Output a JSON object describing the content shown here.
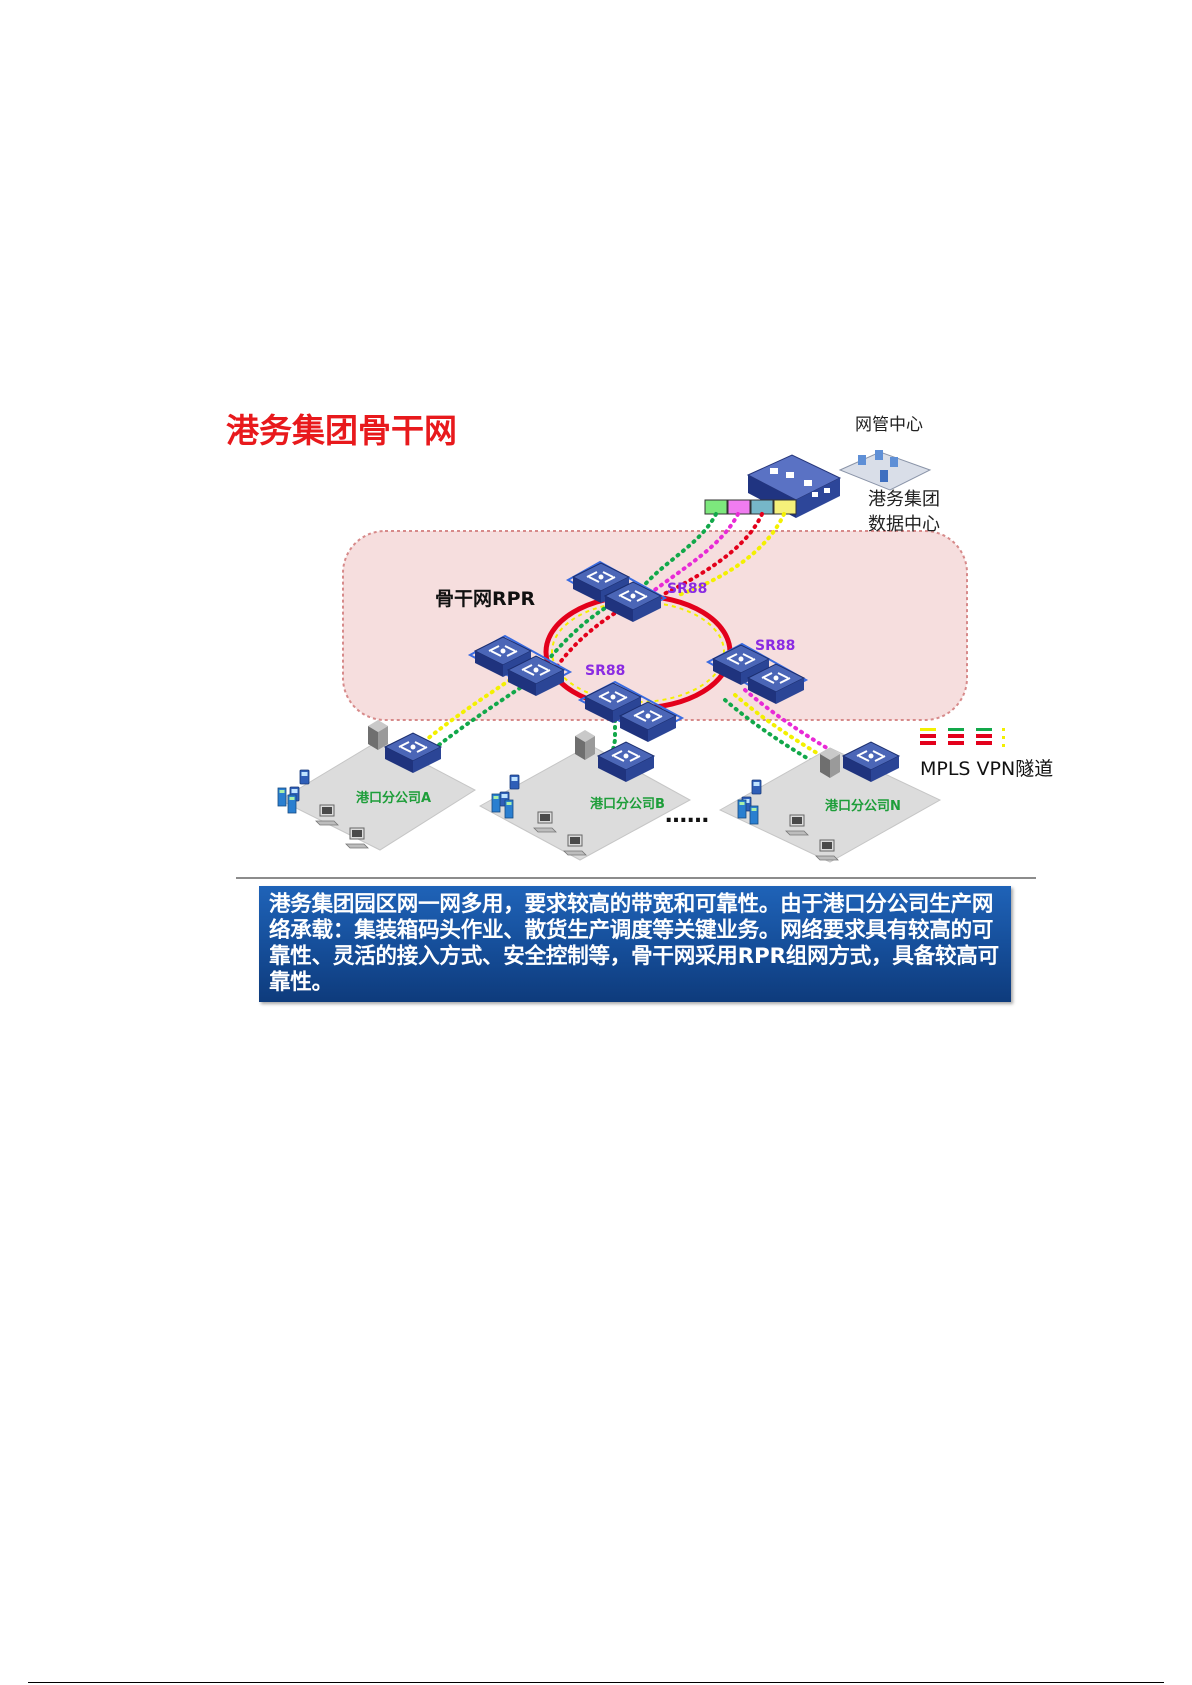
{
  "title": "港务集团骨干网",
  "labels": {
    "nms_center": "网管中心",
    "data_center_line1": "港务集团",
    "data_center_line2": "数据中心",
    "rpr": "骨干网RPR",
    "sr88_top": "SR88",
    "sr88_left": "SR88",
    "sr88_right": "SR88",
    "branch_a": "港口分公司A",
    "branch_b": "港口分公司B",
    "branch_n": "港口分公司N",
    "ellipsis": "……",
    "legend": "MPLS VPN隧道"
  },
  "description": "港务集团园区网一网多用，要求较高的带宽和可靠性。由于港口分公司生产网络承载：集装箱码头作业、散货生产调度等关键业务。网络要求具有较高的可靠性、灵活的接入方式、安全控制等，骨干网采用RPR组网方式，具备较高可靠性。",
  "colors": {
    "title_red": "#e8191c",
    "ring_red": "#e3001b",
    "backbone_fill": "#f6dede",
    "backbone_border": "#d78a8a",
    "switch_blue": "#233a86",
    "tunnel_yellow": "#f3f000",
    "tunnel_green": "#12a84a",
    "tunnel_magenta": "#e82ad6",
    "tunnel_red": "#e3001b",
    "branch_label_green": "#1e9e3a",
    "sr88_purple": "#8a2be2",
    "box_blue": "#1b57a8"
  },
  "port_colors": [
    "#7de87d",
    "#f07cf0",
    "#76b7c8",
    "#f5f07a"
  ],
  "icons": [
    "switch-icon",
    "server-icon",
    "building-icon",
    "pc-icon",
    "phone-icon",
    "nms-icon"
  ]
}
